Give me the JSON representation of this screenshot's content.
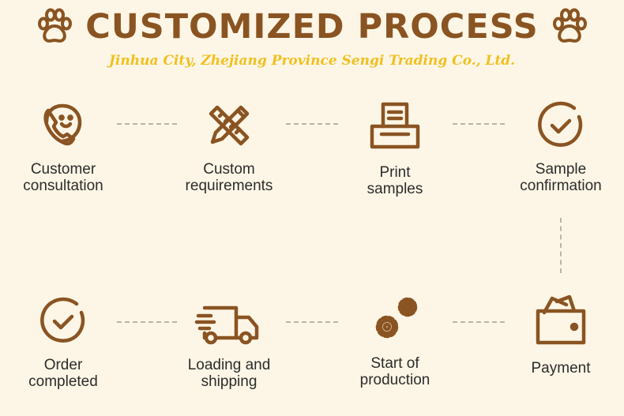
{
  "header": {
    "title": "CUSTOMIZED PROCESS",
    "subtitle": "Jinhua City, Zhejiang Province Sengi Trading Co., Ltd."
  },
  "steps": [
    {
      "icon": "phone-smile-icon",
      "line1": "Customer",
      "line2": "consultation"
    },
    {
      "icon": "pencil-ruler-icon",
      "line1": "Custom",
      "line2": "requirements"
    },
    {
      "icon": "printer-icon",
      "line1": "Print",
      "line2": "samples"
    },
    {
      "icon": "check-circle-icon",
      "line1": "Sample",
      "line2": "confirmation"
    },
    {
      "icon": "wallet-icon",
      "line1": "Payment",
      "line2": ""
    },
    {
      "icon": "gears-icon",
      "line1": "Start of",
      "line2": "production"
    },
    {
      "icon": "delivery-truck-icon",
      "line1": "Loading and",
      "line2": "shipping"
    },
    {
      "icon": "check-circle-icon",
      "line1": "Order",
      "line2": "completed"
    }
  ],
  "colors": {
    "accent": "#8a5422",
    "subtitle": "#f0c020",
    "background": "#fdf6e6"
  }
}
